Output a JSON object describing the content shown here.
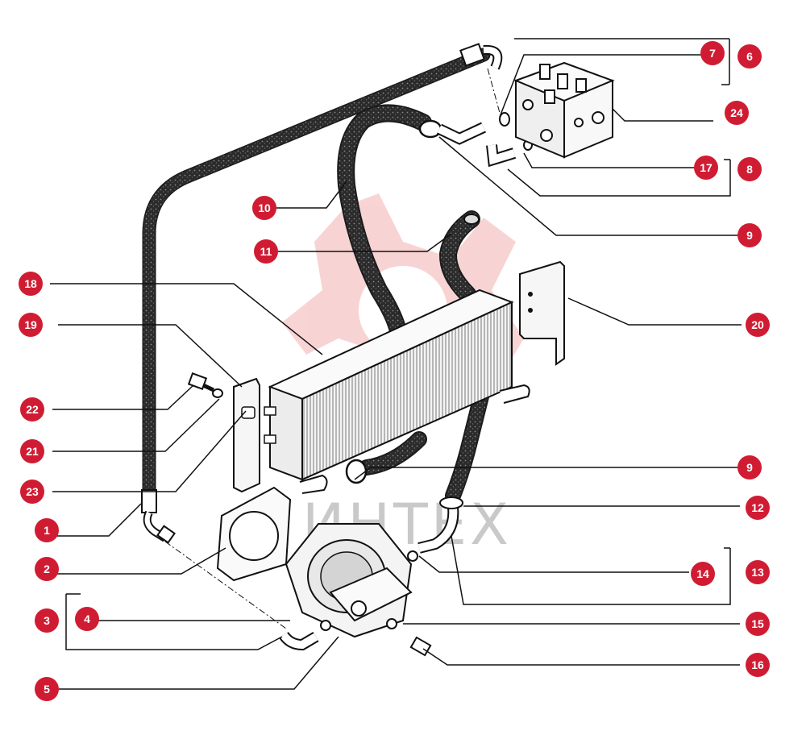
{
  "watermark": {
    "text": "ИНТЕХ",
    "color": "#e23b3b"
  },
  "callout_color": "#d01c33",
  "callouts": [
    {
      "id": "c1",
      "text": "1"
    },
    {
      "id": "c2",
      "text": "2"
    },
    {
      "id": "c3",
      "text": "3"
    },
    {
      "id": "c4",
      "text": "4"
    },
    {
      "id": "c5",
      "text": "5"
    },
    {
      "id": "c6",
      "text": "6"
    },
    {
      "id": "c7",
      "text": "7"
    },
    {
      "id": "c8",
      "text": "8"
    },
    {
      "id": "c9a",
      "text": "9"
    },
    {
      "id": "c9b",
      "text": "9"
    },
    {
      "id": "c10",
      "text": "10"
    },
    {
      "id": "c11",
      "text": "11"
    },
    {
      "id": "c12",
      "text": "12"
    },
    {
      "id": "c13",
      "text": "13"
    },
    {
      "id": "c14",
      "text": "14"
    },
    {
      "id": "c15",
      "text": "15"
    },
    {
      "id": "c16",
      "text": "16"
    },
    {
      "id": "c17",
      "text": "17"
    },
    {
      "id": "c18",
      "text": "18"
    },
    {
      "id": "c19",
      "text": "19"
    },
    {
      "id": "c20",
      "text": "20"
    },
    {
      "id": "c21",
      "text": "21"
    },
    {
      "id": "c22",
      "text": "22"
    },
    {
      "id": "c23",
      "text": "23"
    },
    {
      "id": "c24",
      "text": "24"
    }
  ]
}
